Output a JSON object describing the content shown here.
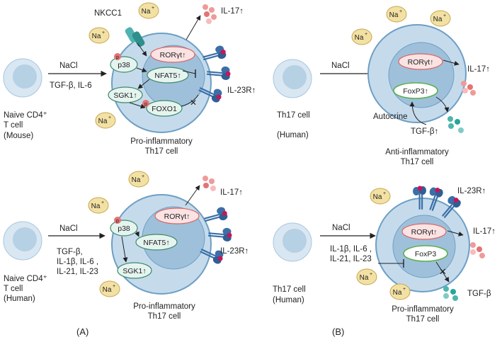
{
  "ion": {
    "label": "Na",
    "charge": "+"
  },
  "phospho_mark": "p",
  "common": {
    "nacl": "NaCl",
    "il17": "IL-17↑",
    "il23r": "IL-23R↑",
    "rorgt": "RORγt↑"
  },
  "quadrant_a_top": {
    "source_cell": [
      "Naive CD4⁺",
      "T cell",
      "(Mouse)"
    ],
    "stimuli": [
      "TGF-β,  IL-6"
    ],
    "transporter": "NKCC1",
    "nodes": {
      "p38": "p38",
      "nfat5": "NFAT5↑",
      "sgk1": "SGK1↑",
      "foxo1": "FOXO1"
    },
    "caption": [
      "Pro-inflammatory",
      "Th17 cell"
    ]
  },
  "quadrant_a_bottom": {
    "source_cell": [
      "Naive CD4⁺",
      "T cell",
      "(Human)"
    ],
    "stimuli": [
      "TGF-β,",
      "IL-1β, IL-6 ,",
      "IL-21, IL-23"
    ],
    "nodes": {
      "p38": "p38",
      "nfat5": "NFAT5↑",
      "sgk1": "SGK1↑"
    },
    "caption": [
      "Pro-inflammatory",
      "Th17 cell"
    ]
  },
  "quadrant_b_top": {
    "source_cell": [
      "Th17 cell",
      "(Human)"
    ],
    "nodes": {
      "foxp3": "FoxP3↑"
    },
    "autocrine": "Autocrine",
    "tgfb": "TGF-β↑",
    "caption": [
      "Anti-inflammatory",
      "Th17 cell"
    ]
  },
  "quadrant_b_bottom": {
    "source_cell": [
      "Th17  cell",
      "(Human)"
    ],
    "stimuli": [
      "IL-1β, IL-6 ,",
      "IL-21, IL-23"
    ],
    "nodes": {
      "foxp3": "FoxP3"
    },
    "tgfb": "TGF-β",
    "caption": [
      "Pro-inflammatory",
      "Th17 cell"
    ]
  },
  "panels": {
    "a": "(A)",
    "b": "(B)"
  },
  "colors": {
    "cell_outer": "#c5dbec",
    "cell_outer_stroke": "#6e9fc4",
    "nucleus": "#9fc0da",
    "nucleus_stroke": "#6e9fc4",
    "naive_outer": "#d8e7f2",
    "naive_inner": "#b6d0e4",
    "sodium_fill": "#f3e1a4",
    "sodium_stroke": "#c7a650",
    "rorgt_fill": "#fbe3e3",
    "rorgt_stroke": "#d96464",
    "foxp3_stroke": "#5ab04c",
    "node_fill": "#e6f4ef",
    "node_stroke": "#3d8a6b",
    "phospho": "#e57373",
    "inhibit_x": "#d32f2f",
    "il17_dots": "#ef9a9a",
    "tgfb_dots": "#4db6ac",
    "receptor": "#3b6fa8",
    "receptor_head": "#c2185b"
  }
}
